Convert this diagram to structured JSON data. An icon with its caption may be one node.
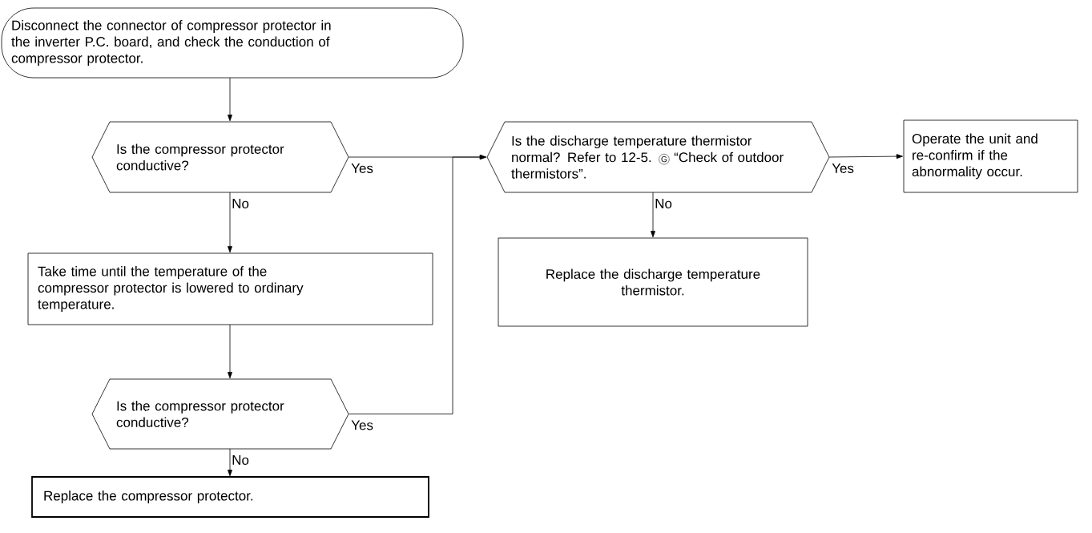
{
  "diagram": {
    "nodes": [
      {
        "text": [
          "Disconnect the connector of compressor protector in the inverter P.C. board, and check the conduction of compressor protector."
        ]
      },
      {
        "text": [
          "Is the compressor protector conductive?"
        ]
      },
      {
        "text": [
          "Take time until the temperature of the compressor protector is lowered to ordinary temperature."
        ]
      },
      {
        "text": [
          "Is the compressor protector conductive?"
        ]
      },
      {
        "text": [
          "Replace the compressor protector."
        ]
      },
      {
        "text": [
          "Is the discharge temperature thermistor normal? Refer to 12-5.",
          "G",
          "“Check of outdoor thermistors”."
        ]
      },
      {
        "text": [
          "Replace the discharge temperature thermistor."
        ]
      },
      {
        "text": [
          "Operate the unit and re-confirm if the abnormality occur."
        ]
      }
    ],
    "edges": [
      {
        "from": 0,
        "to": 1,
        "arrow": "to"
      },
      {
        "from": 1,
        "to": 2,
        "arrow": "to",
        "label": "No"
      },
      {
        "from": 2,
        "to": 3,
        "arrow": "to"
      },
      {
        "from": 3,
        "to": 4,
        "arrow": "to",
        "label": "No"
      },
      {
        "from": 1,
        "to": 5,
        "arrow": "to",
        "label": "Yes"
      },
      {
        "from": 3,
        "to": 5,
        "arrow": "to",
        "label": "Yes"
      },
      {
        "from": 5,
        "to": 6,
        "arrow": "to",
        "label": "No"
      },
      {
        "from": 5,
        "to": 7,
        "arrow": "to",
        "label": "Yes"
      }
    ]
  }
}
